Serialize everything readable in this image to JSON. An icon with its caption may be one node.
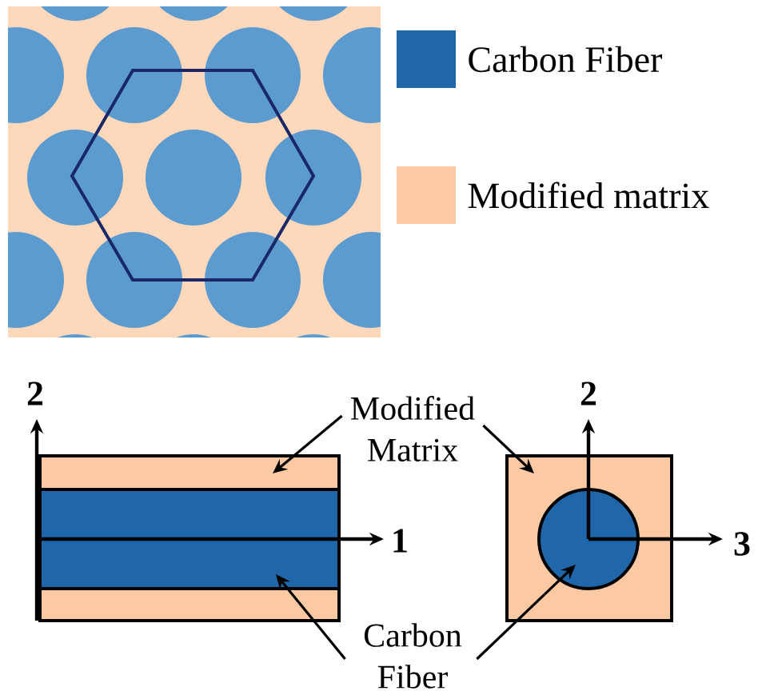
{
  "diagram": {
    "nodes": [
      {
        "text": [
          "Modified Matrix"
        ]
      },
      {
        "text": [
          "Carbon Fiber"
        ]
      },
      {
        "text": [],
        "shape": "box"
      },
      {
        "text": [],
        "shape": "bar",
        "in": 2
      },
      {
        "text": [],
        "shape": "box"
      },
      {
        "text": [],
        "shape": "circle",
        "in": 4
      }
    ],
    "edges": [
      {
        "from": 0,
        "to": 2,
        "arrow": "to"
      },
      {
        "from": 0,
        "to": 4,
        "arrow": "to"
      },
      {
        "from": 1,
        "to": 3,
        "arrow": "to"
      },
      {
        "from": 1,
        "to": 5,
        "arrow": "to"
      }
    ],
    "labels": [
      "2",
      "1",
      "2",
      "3"
    ],
    "legend": [
      {
        "text": "Carbon Fiber",
        "color": "#1f66aa"
      },
      {
        "text": "Modified matrix",
        "color": "#fcc9a2"
      }
    ]
  }
}
